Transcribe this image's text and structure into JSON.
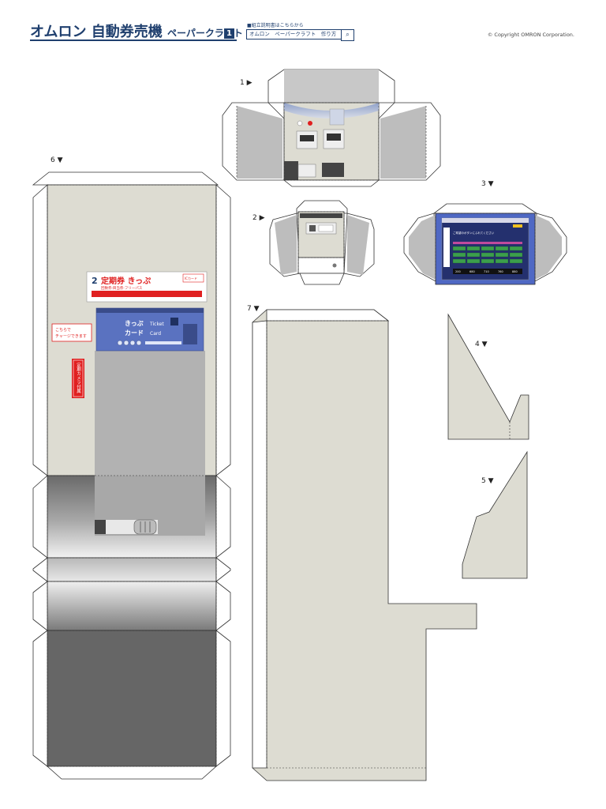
{
  "header": {
    "title": "オムロン 自動券売機",
    "subtitle": "ペーパークラフト",
    "number": "1",
    "hint": "■組立説明書はこちらから",
    "search_value": "オムロン　ペーパークラフト　作り方",
    "search_icon": "magnifier-icon",
    "copyright": "© Copyright OMRON Corporation."
  },
  "parts": [
    {
      "label": "1 ▶"
    },
    {
      "label": "2 ▶"
    },
    {
      "label": "3 ▼"
    },
    {
      "label": "4 ▼"
    },
    {
      "label": "5 ▼"
    },
    {
      "label": "6 ▼"
    },
    {
      "label": "7 ▼"
    }
  ],
  "machine": {
    "sign_number": "2",
    "sign_main": "定期券 きっぷ",
    "sign_sub": "回数券·目当券·フリーパス",
    "sign_tag": "ICカード",
    "charge_line1": "こちらで",
    "charge_line2": "チャージできます",
    "vertical_label": "定期カメラ付属",
    "ticket_jp": "きっぷ",
    "ticket_en": "Ticket",
    "card_jp": "カード",
    "card_en": "Card"
  },
  "screen": {
    "header_text": "ご希望のボタンにふれてください",
    "buttons": [
      "200",
      "680",
      "710",
      "760",
      "880"
    ]
  },
  "colors": {
    "brand": "#1f3f6e",
    "panel": "#dddcd2",
    "side_gray": "#bdbdbd",
    "screen_blue": "#4f68c4",
    "sign_red": "#e02020",
    "ticket_blue": "#5a72c0"
  }
}
